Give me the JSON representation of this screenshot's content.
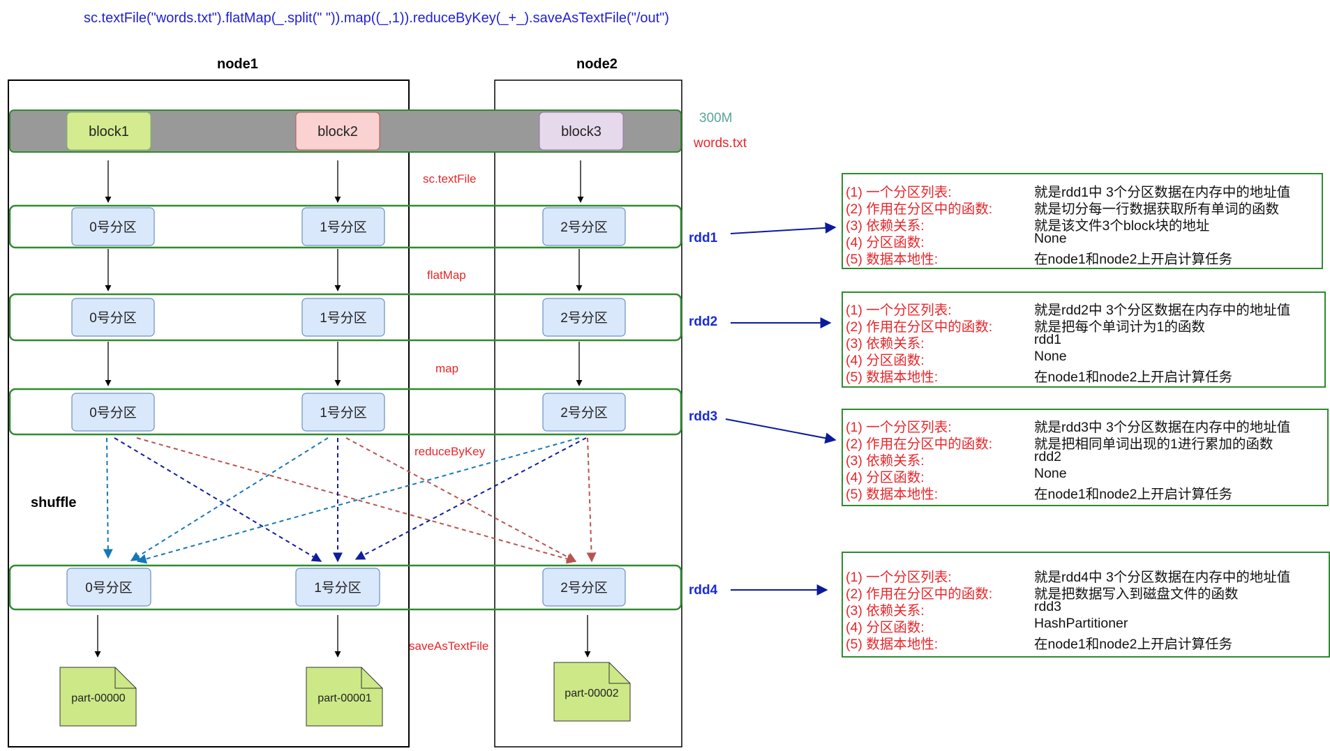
{
  "code": "sc.textFile(\"words.txt\").flatMap(_.split(\" \")).map((_,1)).reduceByKey(_+_).saveAsTextFile(\"/out\")",
  "nodes": [
    "node1",
    "node2"
  ],
  "storage": {
    "size": "300M",
    "file": "words.txt",
    "blocks": [
      {
        "label": "block1",
        "color": "#d4ec8f"
      },
      {
        "label": "block2",
        "color": "#f9d2d1"
      },
      {
        "label": "block3",
        "color": "#e6d9ec"
      }
    ]
  },
  "operations": [
    "sc.textFile",
    "flatMap",
    "map",
    "reduceByKey",
    "saveAsTextFile"
  ],
  "rdds": [
    {
      "name": "rdd1",
      "partitions": [
        "0号分区",
        "1号分区",
        "2号分区"
      ]
    },
    {
      "name": "rdd2",
      "partitions": [
        "0号分区",
        "1号分区",
        "2号分区"
      ]
    },
    {
      "name": "rdd3",
      "partitions": [
        "0号分区",
        "1号分区",
        "2号分区"
      ]
    },
    {
      "name": "rdd4",
      "partitions": [
        "0号分区",
        "1号分区",
        "2号分区"
      ]
    }
  ],
  "shuffle_label": "shuffle",
  "outputs": [
    "part-00000",
    "part-00001",
    "part-00002"
  ],
  "info_keys": [
    "(1)  一个分区列表:",
    "(2) 作用在分区中的函数:",
    "(3) 依赖关系:",
    "(4) 分区函数:",
    "(5) 数据本地性:"
  ],
  "info_boxes": [
    {
      "rdd": "rdd1",
      "values": [
        "就是rdd1中 3个分区数据在内存中的地址值",
        "就是切分每一行数据获取所有单词的函数",
        "就是该文件3个block块的地址",
        "None",
        "在node1和node2上开启计算任务"
      ]
    },
    {
      "rdd": "rdd2",
      "values": [
        "就是rdd2中 3个分区数据在内存中的地址值",
        "就是把每个单词计为1的函数",
        "rdd1",
        "None",
        "在node1和node2上开启计算任务"
      ]
    },
    {
      "rdd": "rdd3",
      "values": [
        "就是rdd3中 3个分区数据在内存中的地址值",
        "就是把相同单词出现的1进行累加的函数",
        "rdd2",
        "None",
        "在node1和node2上开启计算任务"
      ]
    },
    {
      "rdd": "rdd4",
      "values": [
        "就是rdd4中 3个分区数据在内存中的地址值",
        "就是把数据写入到磁盘文件的函数",
        "rdd3",
        "HashPartitioner",
        "在node1和node2上开启计算任务"
      ]
    }
  ],
  "colors": {
    "band_green": "#2e8b2e",
    "partition_fill": "#dae8fc",
    "partition_stroke": "#6c8ebf",
    "file_fill": "#cde887",
    "shuffle_teal": "#1577b8",
    "shuffle_navy": "#101e9a",
    "shuffle_red": "#b85450",
    "arrow_blue": "#0b1a9c"
  }
}
